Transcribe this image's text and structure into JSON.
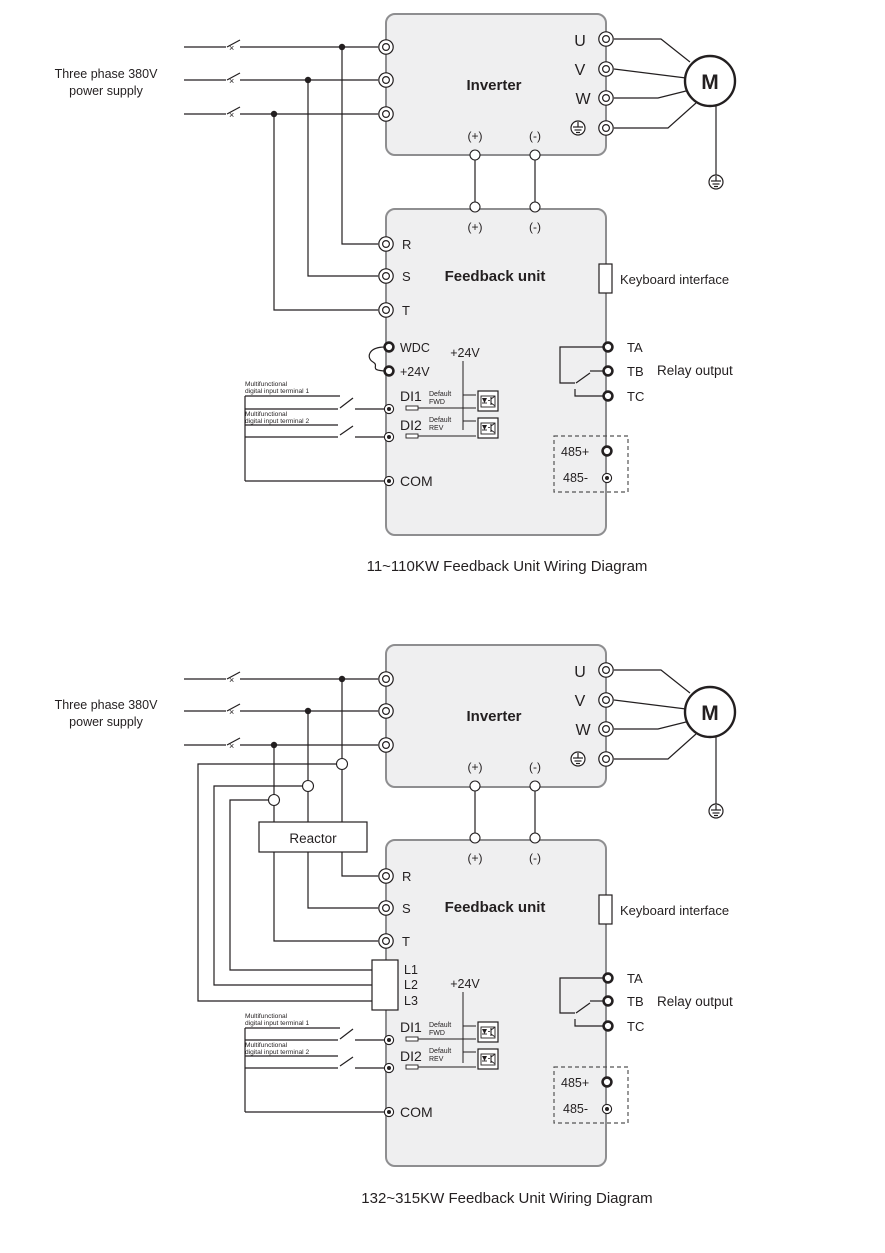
{
  "diagrams": [
    {
      "caption": "11~110KW Feedback Unit Wiring Diagram",
      "power_supply": [
        "Three phase 380V",
        "power supply"
      ],
      "inverter": {
        "title": "Inverter",
        "plus": "(+)",
        "minus": "(-)",
        "outputs": [
          "U",
          "V",
          "W"
        ]
      },
      "motor": "M",
      "feedback_unit": {
        "title": "Feedback unit",
        "plus": "(+)",
        "minus": "(-)",
        "inputs": [
          "R",
          "S",
          "T"
        ]
      },
      "keyboard_interface": "Keyboard interface",
      "wdc": "WDC",
      "plus24_left": "+24V",
      "plus24_mid": "+24V",
      "relay": {
        "label": "Relay output",
        "terminals": [
          "TA",
          "TB",
          "TC"
        ]
      },
      "rs485": [
        "485+",
        "485-"
      ],
      "di": [
        {
          "desc": [
            "Multifunctional",
            "digital input terminal 1"
          ],
          "name": "DI1",
          "default": [
            "Default",
            "FWD"
          ]
        },
        {
          "desc": [
            "Multifunctional",
            "digital input terminal 2"
          ],
          "name": "DI2",
          "default": [
            "Default",
            "REV"
          ]
        }
      ],
      "com": "COM"
    },
    {
      "caption": "132~315KW Feedback Unit Wiring Diagram",
      "power_supply": [
        "Three phase 380V",
        "power supply"
      ],
      "inverter": {
        "title": "Inverter",
        "plus": "(+)",
        "minus": "(-)",
        "outputs": [
          "U",
          "V",
          "W"
        ]
      },
      "motor": "M",
      "reactor": "Reactor",
      "feedback_unit": {
        "title": "Feedback unit",
        "plus": "(+)",
        "minus": "(-)",
        "inputs": [
          "R",
          "S",
          "T"
        ]
      },
      "keyboard_interface": "Keyboard interface",
      "l_terminals": [
        "L1",
        "L2",
        "L3"
      ],
      "plus24_mid": "+24V",
      "relay": {
        "label": "Relay output",
        "terminals": [
          "TA",
          "TB",
          "TC"
        ]
      },
      "rs485": [
        "485+",
        "485-"
      ],
      "di": [
        {
          "desc": [
            "Multifunctional",
            "digital input terminal 1"
          ],
          "name": "DI1",
          "default": [
            "Default",
            "FWD"
          ]
        },
        {
          "desc": [
            "Multifunctional",
            "digital input terminal 2"
          ],
          "name": "DI2",
          "default": [
            "Default",
            "REV"
          ]
        }
      ],
      "com": "COM"
    }
  ]
}
